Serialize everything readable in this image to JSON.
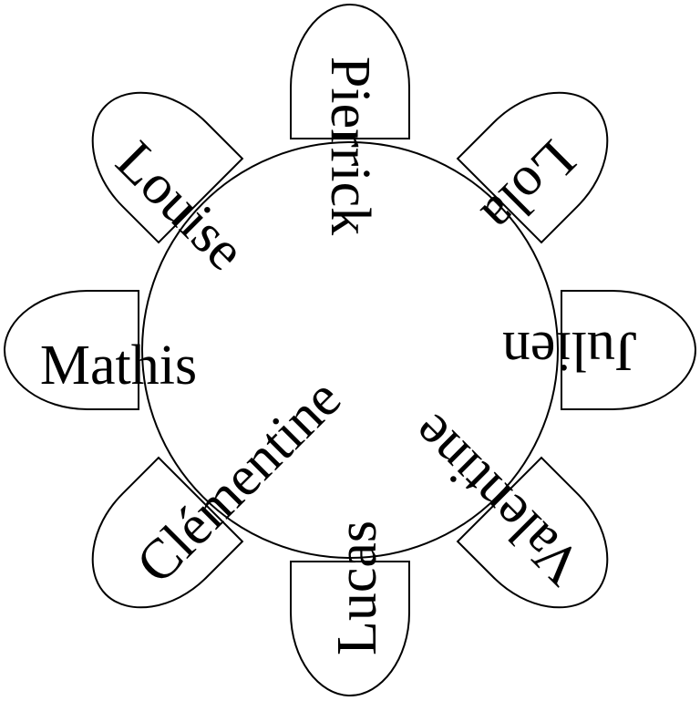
{
  "diagram": {
    "seats": [
      {
        "name": "Pierrick"
      },
      {
        "name": "Lola"
      },
      {
        "name": "Julien"
      },
      {
        "name": "Valentine"
      },
      {
        "name": "Lucas"
      },
      {
        "name": "Clémentine"
      },
      {
        "name": "Mathis"
      },
      {
        "name": "Louise"
      }
    ]
  }
}
